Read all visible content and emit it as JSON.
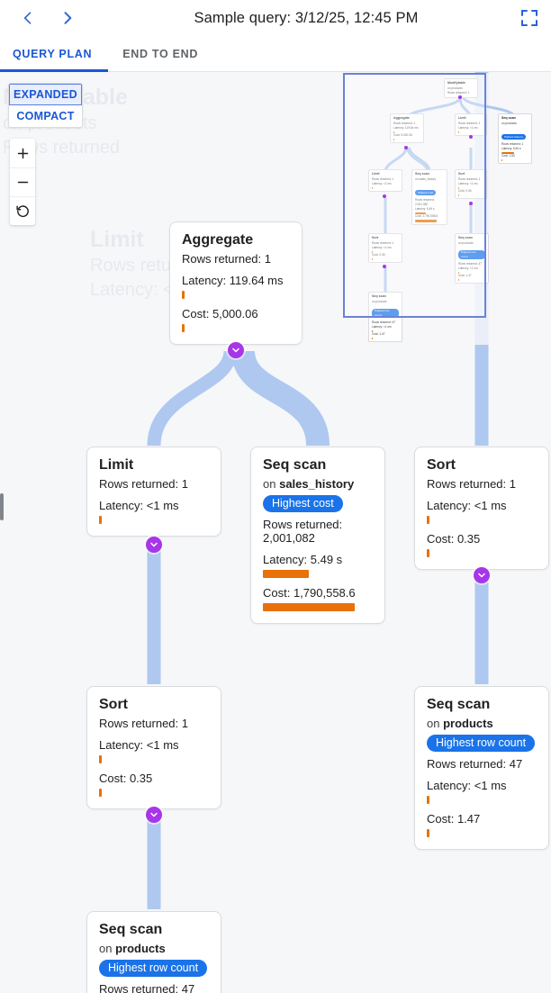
{
  "header": {
    "back_icon": "chevron-left-icon",
    "forward_icon": "chevron-right-icon",
    "title": "Sample query: 3/12/25, 12:45 PM",
    "fullscreen_icon": "fullscreen-icon"
  },
  "tabs": [
    {
      "label": "QUERY PLAN",
      "active": true
    },
    {
      "label": "END TO END",
      "active": false
    }
  ],
  "controls": {
    "expanded_label": "EXPANDED",
    "compact_label": "COMPACT",
    "expanded_selected": true,
    "zoom_in_label": "+",
    "zoom_out_label": "−",
    "reset_icon": "reset-rotate-icon"
  },
  "colors": {
    "accent_blue": "#1a56d6",
    "badge_blue": "#1a73e8",
    "bar_orange": "#e8710a",
    "edge_blue": "#aec8f0",
    "toggle_purple": "#a736e8",
    "canvas_bg": "#f6f7f9"
  },
  "ghost_node": {
    "line1": "Modifytable",
    "line2": "on products",
    "line3": "Rows returned"
  },
  "nodes": [
    {
      "id": "aggregate",
      "title": "Aggregate",
      "rows_label": "Rows returned: 1",
      "latency_label": "Latency: 119.64 ms",
      "latency_bar_pct": 2,
      "cost_label": "Cost: 5,000.06",
      "cost_bar_pct": 2
    },
    {
      "id": "limit-1",
      "title": "Limit",
      "rows_label": "Rows returned: 1",
      "latency_label": "Latency: <1 ms",
      "latency_bar_pct": 2
    },
    {
      "id": "seqscan-sales-history",
      "title": "Seq scan",
      "on_prefix": "on",
      "on_table": "sales_history",
      "badge": "Highest cost",
      "rows_label": "Rows returned:",
      "rows_value": "2,001,082",
      "latency_label": "Latency: 5.49 s",
      "latency_bar_pct": 38,
      "cost_label": "Cost: 1,790,558.6",
      "cost_bar_pct": 82
    },
    {
      "id": "sort-1",
      "title": "Sort",
      "rows_label": "Rows returned: 1",
      "latency_label": "Latency: <1 ms",
      "latency_bar_pct": 2,
      "cost_label": "Cost: 0.35",
      "cost_bar_pct": 2
    },
    {
      "id": "sort-2",
      "title": "Sort",
      "rows_label": "Rows returned: 1",
      "latency_label": "Latency: <1 ms",
      "latency_bar_pct": 2,
      "cost_label": "Cost: 0.35",
      "cost_bar_pct": 2
    },
    {
      "id": "seqscan-products-1",
      "title": "Seq scan",
      "on_prefix": "on",
      "on_table": "products",
      "badge": "Highest row count",
      "rows_label": "Rows returned: 47",
      "latency_label": "Latency: <1 ms",
      "latency_bar_pct": 2,
      "cost_label": "Cost: 1.47",
      "cost_bar_pct": 2
    },
    {
      "id": "seqscan-products-2",
      "title": "Seq scan",
      "on_prefix": "on",
      "on_table": "products",
      "badge": "Highest row count",
      "rows_label": "Rows returned: 47"
    }
  ],
  "minimap": {
    "nodes": [
      {
        "id": "mm-modifytable",
        "title": "Modifytable",
        "l1": "on products",
        "l2": "Rows returned: 1"
      },
      {
        "id": "mm-aggregate",
        "title": "Aggregate",
        "l1": "Rows returned: 1",
        "l2": "Latency: 119.64 ms",
        "l3": "Cost: 5,000.06"
      },
      {
        "id": "mm-limit-top",
        "title": "Limit",
        "l1": "Rows returned: 1",
        "l2": "Latency: <1 ms"
      },
      {
        "id": "mm-seqscan-latency",
        "title": "Seq scan",
        "l1": "on products",
        "badge": "Highest latency",
        "l2": "Rows returned: 1",
        "l3": "Latency: 5.81 s",
        "l4": "Cost: 1.53"
      },
      {
        "id": "mm-limit",
        "title": "Limit",
        "l1": "Rows returned: 1",
        "l2": "Latency: <1 ms"
      },
      {
        "id": "mm-seqscan-sales",
        "title": "Seq scan",
        "l1": "on sales_history",
        "badge": "Highest cost",
        "l2": "Rows returned: 2,001,082",
        "l3": "Latency: 5.49 s",
        "l4": "Cost: 1,790,558.6"
      },
      {
        "id": "mm-sort-top",
        "title": "Sort",
        "l1": "Rows returned: 1",
        "l2": "Latency: <1 ms",
        "l3": "Cost: 0.35"
      },
      {
        "id": "mm-sort",
        "title": "Sort",
        "l1": "Rows returned: 1",
        "l2": "Latency: <1 ms",
        "l3": "Cost: 0.35"
      },
      {
        "id": "mm-seqscan-products",
        "title": "Seq scan",
        "l1": "on products",
        "badge": "Highest row count",
        "l2": "Rows returned: 47",
        "l3": "Latency: <1 ms",
        "l4": "Cost: 1.47"
      },
      {
        "id": "mm-seqscan-products-b",
        "title": "Seq scan",
        "l1": "on products",
        "badge": "Highest row count",
        "l2": "Rows returned: 47",
        "l3": "Latency: <1 ms",
        "l4": "Cost: 1.47"
      }
    ]
  }
}
